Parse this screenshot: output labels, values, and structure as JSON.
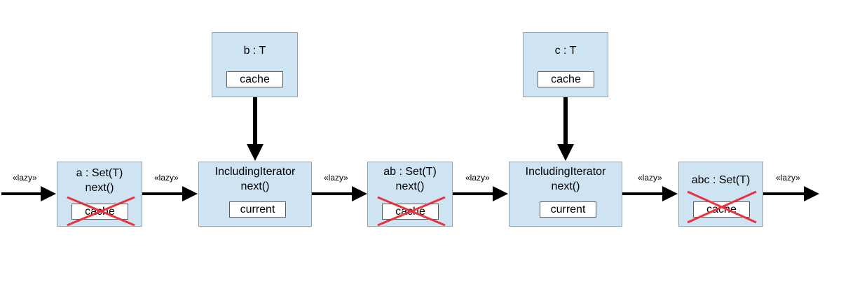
{
  "edge_label": "«lazy»",
  "nodes": {
    "b": {
      "title": "b : T",
      "field": "cache"
    },
    "c": {
      "title": "c : T",
      "field": "cache"
    },
    "a": {
      "title": "a : Set(T)",
      "method": "next()",
      "field": "cache",
      "field_crossed": true
    },
    "it1": {
      "title": "IncludingIterator",
      "method": "next()",
      "field": "current"
    },
    "ab": {
      "title": "ab : Set(T)",
      "method": "next()",
      "field": "cache",
      "field_crossed": true
    },
    "it2": {
      "title": "IncludingIterator",
      "method": "next()",
      "field": "current"
    },
    "abc": {
      "title": "abc : Set(T)",
      "field": "cache",
      "field_crossed": true
    }
  },
  "colors": {
    "node_fill": "#cfe4f3",
    "arrow": "#000000",
    "cross": "#e8323c"
  }
}
